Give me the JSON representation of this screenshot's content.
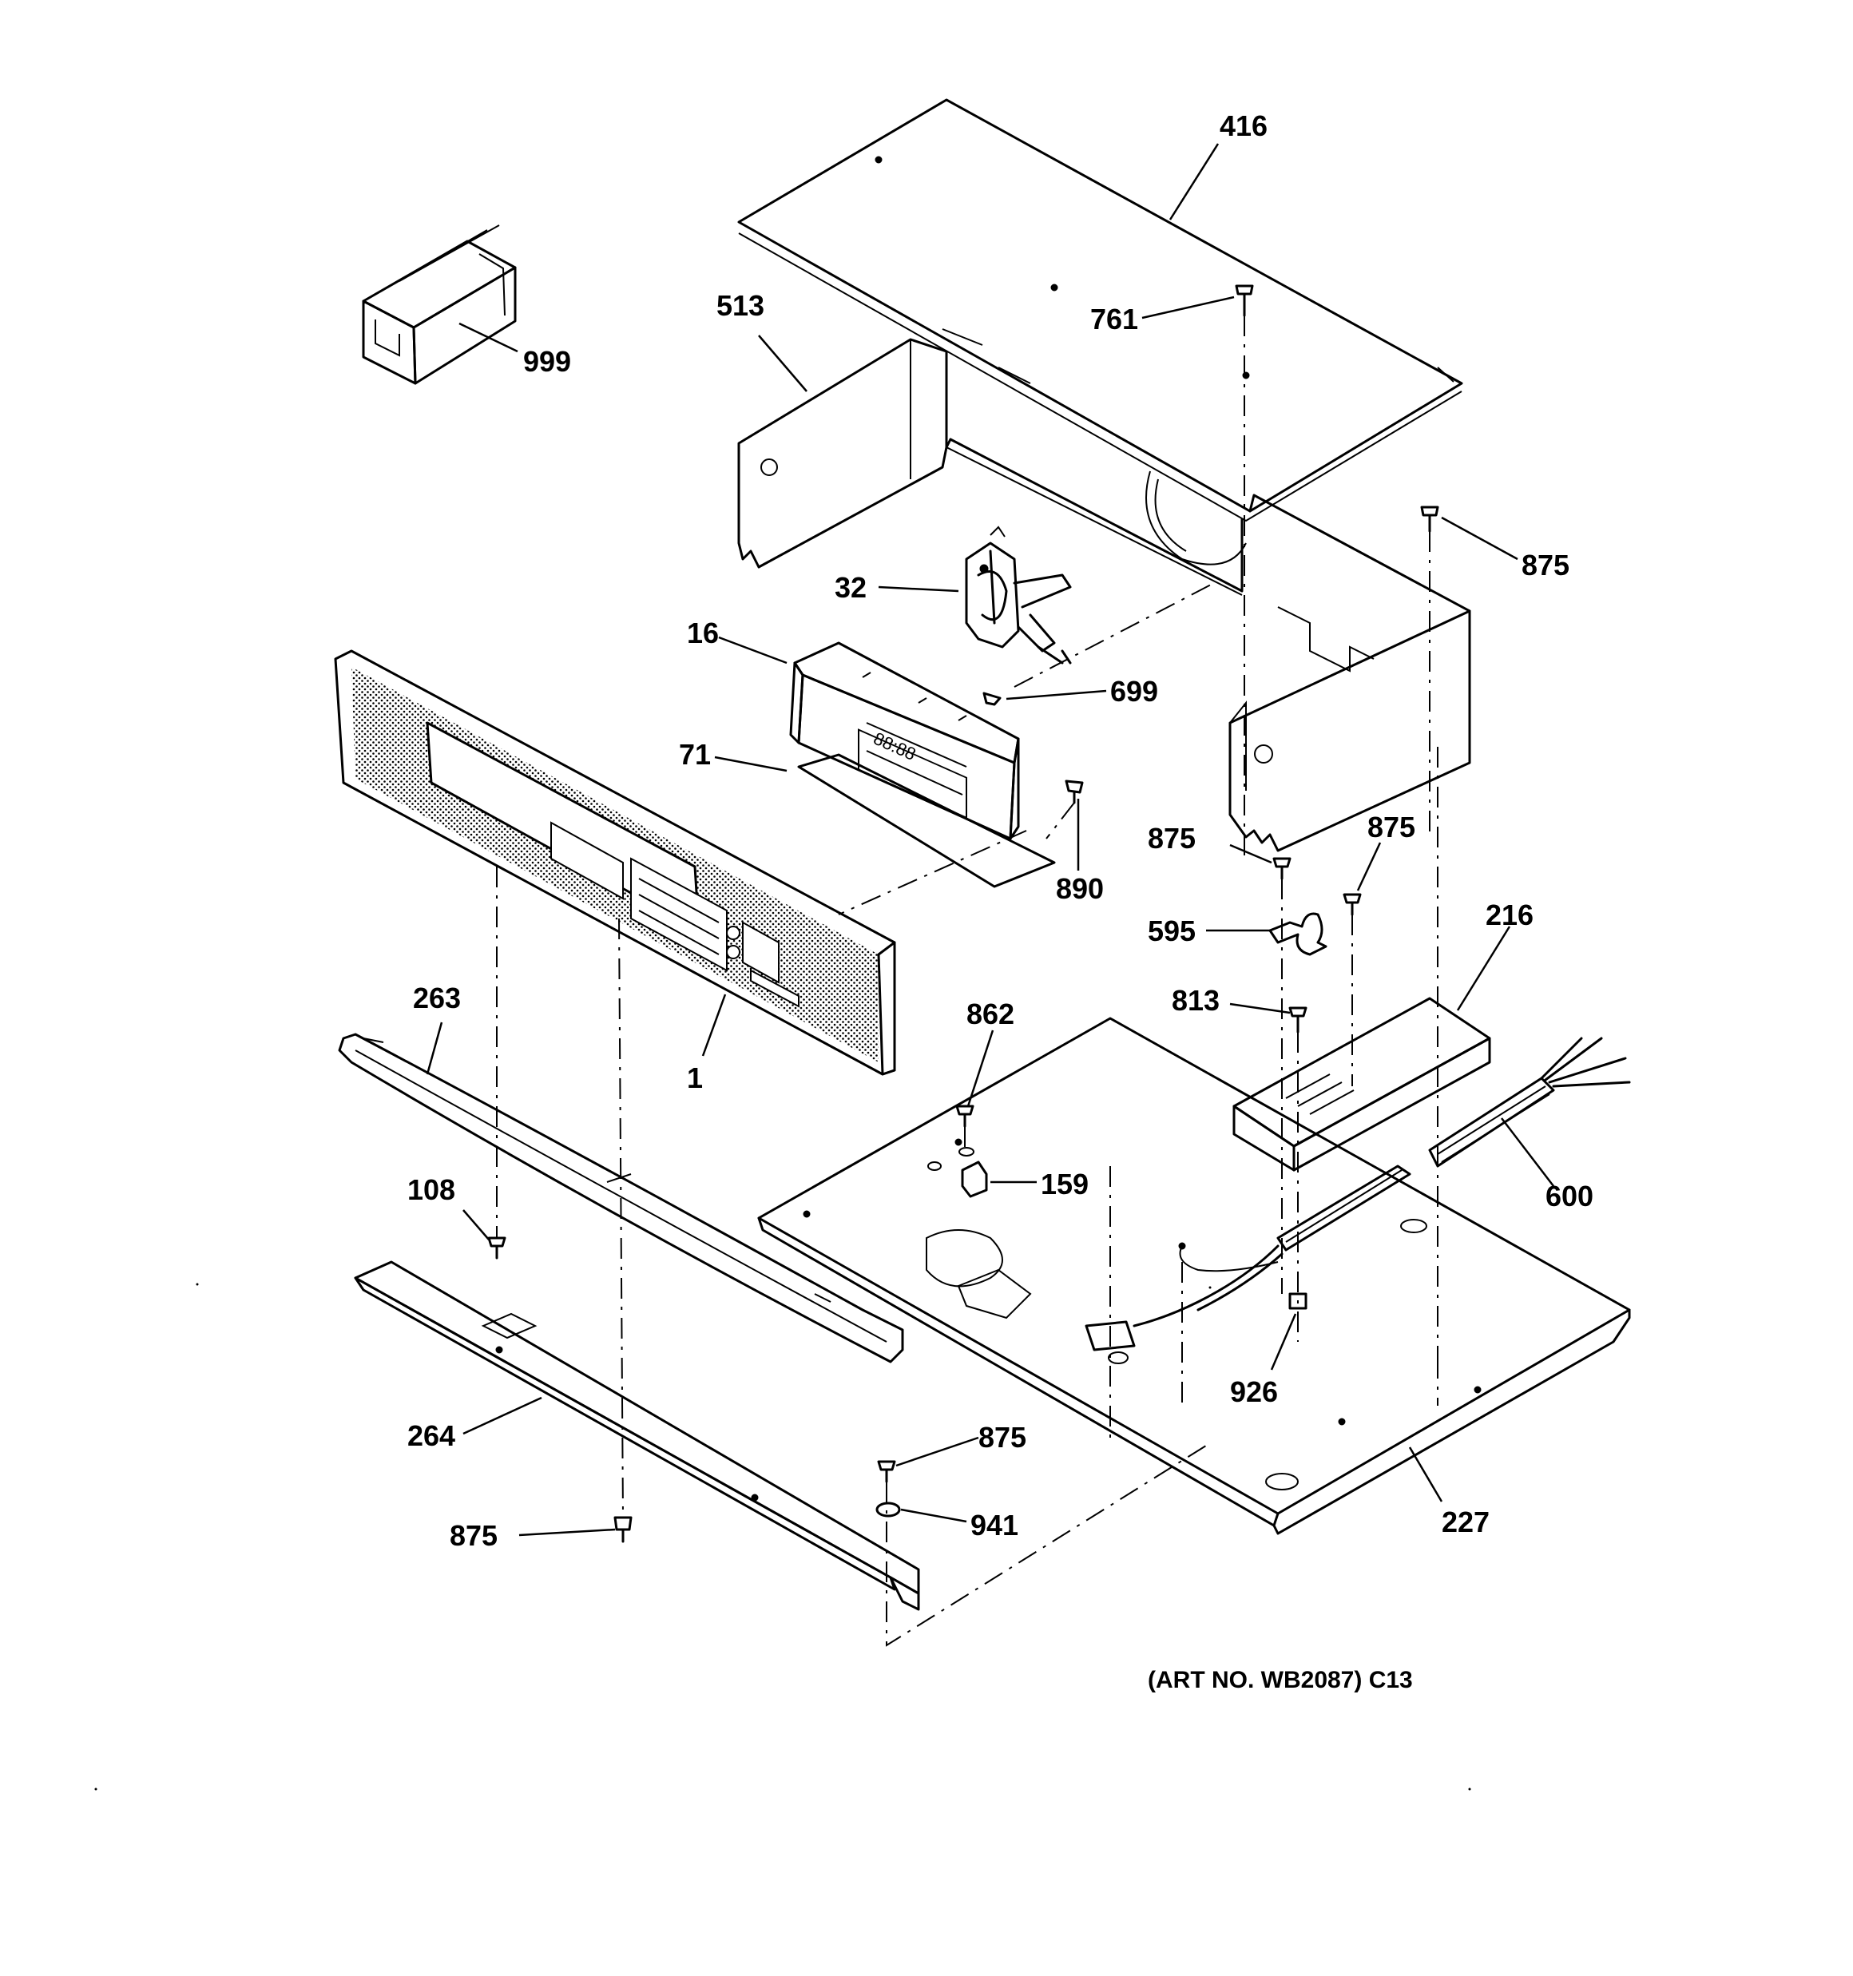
{
  "callouts": [
    {
      "key": "p416",
      "label": "416"
    },
    {
      "key": "p513",
      "label": "513"
    },
    {
      "key": "p761",
      "label": "761"
    },
    {
      "key": "p999",
      "label": "999"
    },
    {
      "key": "p875a",
      "label": "875"
    },
    {
      "key": "p32",
      "label": "32"
    },
    {
      "key": "p16",
      "label": "16"
    },
    {
      "key": "p699",
      "label": "699"
    },
    {
      "key": "p71",
      "label": "71"
    },
    {
      "key": "p890",
      "label": "890"
    },
    {
      "key": "p875b",
      "label": "875"
    },
    {
      "key": "p875c",
      "label": "875"
    },
    {
      "key": "p595",
      "label": "595"
    },
    {
      "key": "p216",
      "label": "216"
    },
    {
      "key": "p263",
      "label": "263"
    },
    {
      "key": "p813",
      "label": "813"
    },
    {
      "key": "p862",
      "label": "862"
    },
    {
      "key": "p1",
      "label": "1"
    },
    {
      "key": "p108",
      "label": "108"
    },
    {
      "key": "p159",
      "label": "159"
    },
    {
      "key": "p600",
      "label": "600"
    },
    {
      "key": "p926",
      "label": "926"
    },
    {
      "key": "p264",
      "label": "264"
    },
    {
      "key": "p875d",
      "label": "875"
    },
    {
      "key": "p941",
      "label": "941"
    },
    {
      "key": "p875e",
      "label": "875"
    },
    {
      "key": "p227",
      "label": "227"
    }
  ],
  "art_number": "(ART NO. WB2087) C13"
}
